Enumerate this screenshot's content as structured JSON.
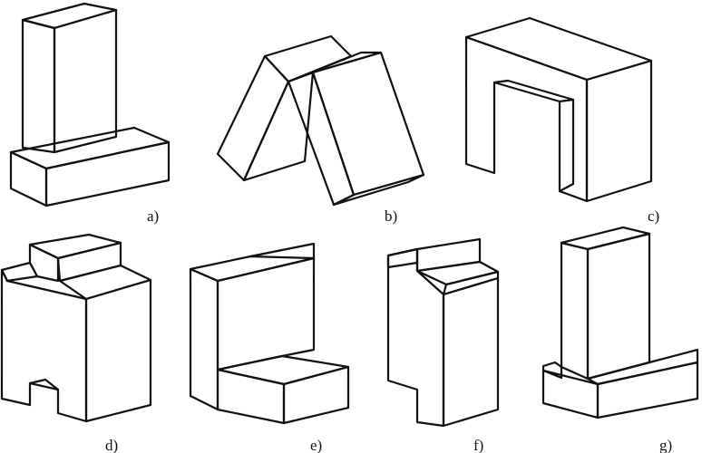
{
  "figure": {
    "panels": [
      {
        "id": "a",
        "label": "a)"
      },
      {
        "id": "b",
        "label": "b)"
      },
      {
        "id": "c",
        "label": "c)"
      },
      {
        "id": "d",
        "label": "d)"
      },
      {
        "id": "e",
        "label": "e)"
      },
      {
        "id": "f",
        "label": "f)"
      },
      {
        "id": "g",
        "label": "g)"
      }
    ],
    "line_color": "#111111",
    "background_color": "#ffffff"
  }
}
